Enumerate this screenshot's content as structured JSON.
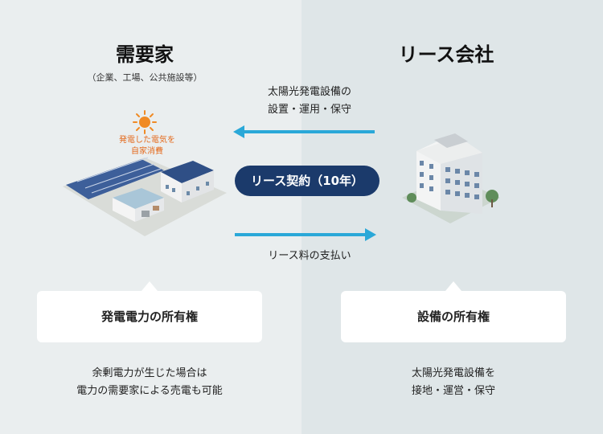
{
  "left": {
    "title": "需要家",
    "subtitle": "（企業、工場、公共施設等）",
    "sun_note_line1": "発電した電気を",
    "sun_note_line2": "自家消費",
    "bubble": "発電電力の所有権",
    "note_line1": "余剰電力が生じた場合は",
    "note_line2": "電力の需要家による売電も可能"
  },
  "right": {
    "title": "リース会社",
    "bubble": "設備の所有権",
    "note_line1": "太陽光発電設備を",
    "note_line2": "接地・運営・保守"
  },
  "center": {
    "top_label_line1": "太陽光発電設備の",
    "top_label_line2": "設置・運用・保守",
    "contract": "リース契約（10年）",
    "bottom_label": "リース料の支払い"
  },
  "colors": {
    "arrow": "#2aa8d8",
    "contract_bg": "#1b3a6b",
    "sun": "#f08a24"
  },
  "icons": [
    "sun-icon",
    "factory-with-solar-panels-illustration",
    "office-building-illustration"
  ]
}
